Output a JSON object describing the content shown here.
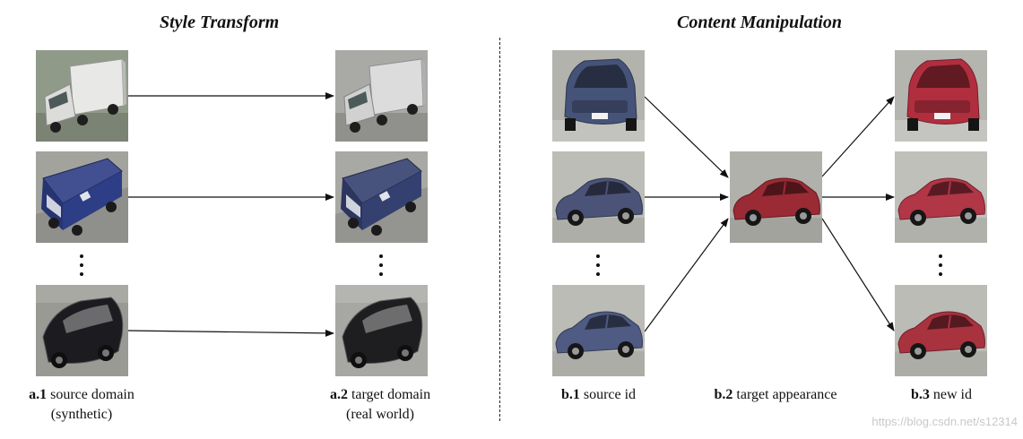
{
  "titles": {
    "style_transform": "Style Transform",
    "content_manipulation": "Content Manipulation"
  },
  "captions": {
    "a1": {
      "tag": "a.1",
      "text": " source domain",
      "line2": "(synthetic)"
    },
    "a2": {
      "tag": "a.2",
      "text": " target domain",
      "line2": "(real world)"
    },
    "b1": {
      "tag": "b.1",
      "text": " source id"
    },
    "b2": {
      "tag": "b.2",
      "text": " target appearance"
    },
    "b3": {
      "tag": "b.3",
      "text": " new id"
    }
  },
  "watermark": "https://blog.csdn.net/s12314",
  "images": {
    "a1_top": {
      "subject": "white-box-truck",
      "body": "#e8e8e6",
      "bg": "#8f9a88"
    },
    "a1_mid": {
      "subject": "blue-camper-van",
      "body": "#2d3d86",
      "bg": "#a3a39e"
    },
    "a1_bot": {
      "subject": "black-hatchback",
      "body": "#1c1c20",
      "bg": "#9a9a94"
    },
    "a2_top": {
      "subject": "white-box-truck",
      "body": "#dcdcdc",
      "bg": "#a9aaa6"
    },
    "a2_mid": {
      "subject": "blue-camper-van",
      "body": "#34406f",
      "bg": "#a8a8a4"
    },
    "a2_bot": {
      "subject": "black-hatchback",
      "body": "#1e1e20",
      "bg": "#a7a7a3"
    },
    "b1_top": {
      "subject": "blue-suv",
      "body": "#465378",
      "bg": "#b3b3ae"
    },
    "b1_mid": {
      "subject": "blue-sedan",
      "body": "#4b5478",
      "bg": "#bdbdb8"
    },
    "b1_bot": {
      "subject": "blue-sedan",
      "body": "#4f5b82",
      "bg": "#bcbcb7"
    },
    "b2": {
      "subject": "red-sedan",
      "body": "#9a2a34",
      "bg": "#b1b1ac"
    },
    "b3_top": {
      "subject": "red-suv",
      "body": "#b12e3e",
      "bg": "#b5b5b0"
    },
    "b3_mid": {
      "subject": "red-sedan",
      "body": "#b13646",
      "bg": "#c0c0bb"
    },
    "b3_bot": {
      "subject": "red-sedan",
      "body": "#a9323f",
      "bg": "#bcbcb7"
    }
  }
}
